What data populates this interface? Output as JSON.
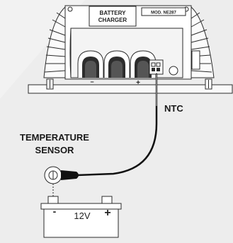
{
  "charger": {
    "title_line1": "BATTERY",
    "title_line2": "CHARGER",
    "model": "MOD. NE287",
    "minus_symbol": "−",
    "plus_symbol": "+"
  },
  "labels": {
    "ntc": "NTC",
    "sensor_line1": "TEMPERATURE",
    "sensor_line2": "SENSOR"
  },
  "battery": {
    "voltage": "12V",
    "minus_symbol": "-",
    "plus_symbol": "+"
  },
  "colors": {
    "background": "#ededed",
    "line": "#2a2a2a",
    "cable": "#111111"
  }
}
